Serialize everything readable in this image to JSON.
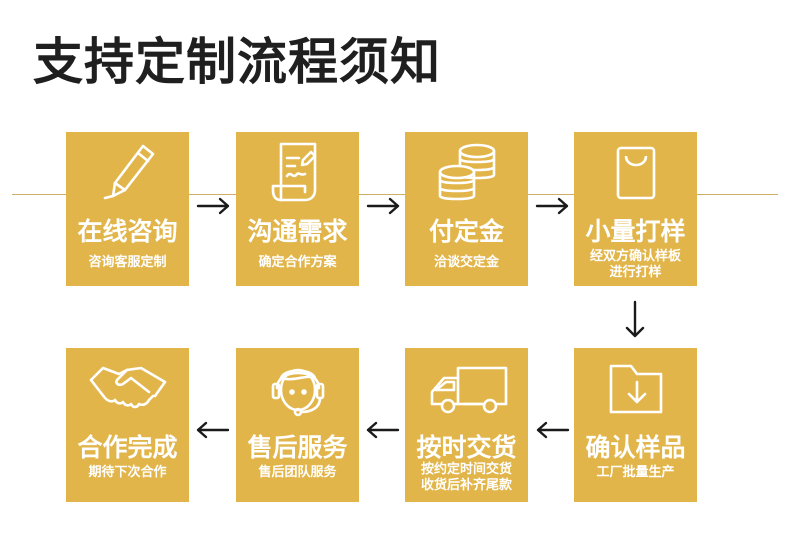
{
  "title": "支持定制流程须知",
  "colors": {
    "card": "#e2b54a",
    "line": "#cfae67",
    "text": "#1f1f1f",
    "arrow": "#1a1a1a"
  },
  "steps": [
    {
      "name": "在线咨询",
      "sub": [
        "咨询客服定制"
      ],
      "icon": "pen-icon"
    },
    {
      "name": "沟通需求",
      "sub": [
        "确定合作方案"
      ],
      "icon": "document-sign-icon"
    },
    {
      "name": "付定金",
      "sub": [
        "洽谈交定金"
      ],
      "icon": "coins-icon"
    },
    {
      "name": "小量打样",
      "sub": [
        "经双方确认样板",
        "进行打样"
      ],
      "icon": "shopping-bag-icon"
    },
    {
      "name": "确认样品",
      "sub": [
        "工厂批量生产"
      ],
      "icon": "folder-download-icon"
    },
    {
      "name": "按时交货",
      "sub": [
        "按约定时间交货",
        "收货后补齐尾款"
      ],
      "icon": "truck-icon"
    },
    {
      "name": "售后服务",
      "sub": [
        "售后团队服务"
      ],
      "icon": "headset-agent-icon"
    },
    {
      "name": "合作完成",
      "sub": [
        "期待下次合作"
      ],
      "icon": "handshake-icon"
    }
  ]
}
